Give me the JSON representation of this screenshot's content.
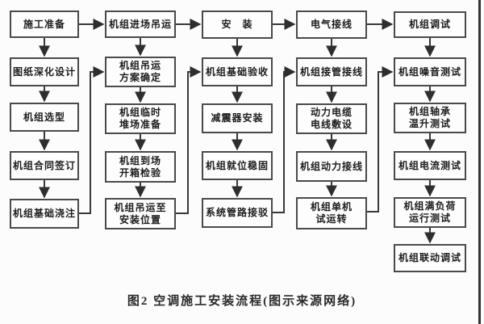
{
  "colors": {
    "ink": "#3a3a3a",
    "node_border": "#4a4a4a",
    "background": "#fcfcfc"
  },
  "caption": "图2  空调施工安装流程(图示来源网络)",
  "flowchart": {
    "columns": [
      {
        "header": "施工准备",
        "steps": [
          "图纸深化设计",
          "机组选型",
          "机组合同签订",
          "机组基础浇注"
        ]
      },
      {
        "header": "机组进场吊运",
        "steps": [
          "机组吊运\n方案确定",
          "机组临时\n堆场准备",
          "机组到场\n开箱检验",
          "机组吊运至\n安装位置"
        ]
      },
      {
        "header": "安　装",
        "steps": [
          "机组基础验收",
          "减震器安装",
          "机组就位稳固",
          "系统管路接驳"
        ]
      },
      {
        "header": "电气接线",
        "steps": [
          "机组接管接线",
          "动力电缆\n电线敷设",
          "机组动力接线",
          "机组单机\n试运转"
        ]
      },
      {
        "header": "机组调试",
        "steps": [
          "机组噪音测试",
          "机组轴承\n温升测试",
          "机组电流测试",
          "机组满负荷\n运行测试",
          "机组联动调试"
        ]
      }
    ]
  }
}
